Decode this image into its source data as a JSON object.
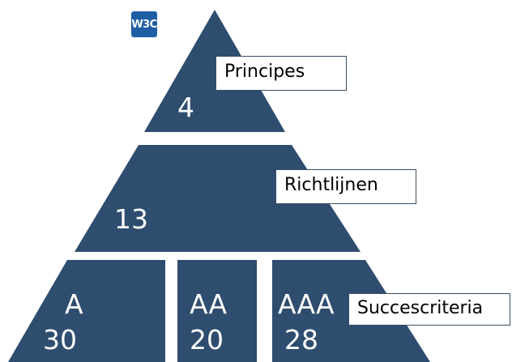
{
  "logo": {
    "text": "W3C"
  },
  "levels": {
    "principles": {
      "label": "Principes",
      "count": "4"
    },
    "guidelines": {
      "label": "Richtlijnen",
      "count": "13"
    },
    "success_criteria": {
      "label": "Succescriteria",
      "groups": [
        {
          "level": "A",
          "count": "30"
        },
        {
          "level": "AA",
          "count": "20"
        },
        {
          "level": "AAA",
          "count": "28"
        }
      ]
    }
  },
  "colors": {
    "fill": "#2e4d6f",
    "logo": "#1e5fa4",
    "label_bg": "#ffffff",
    "label_text": "#000000",
    "number_text": "#ffffff"
  }
}
